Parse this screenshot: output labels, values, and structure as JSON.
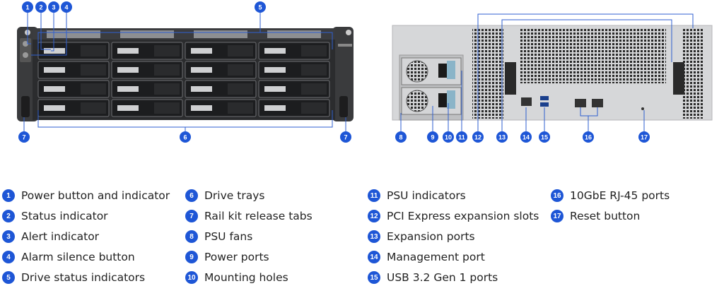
{
  "callouts": [
    {
      "num": "1",
      "label": "Power button and indicator"
    },
    {
      "num": "2",
      "label": "Status indicator"
    },
    {
      "num": "3",
      "label": "Alert indicator"
    },
    {
      "num": "4",
      "label": "Alarm silence button"
    },
    {
      "num": "5",
      "label": "Drive status indicators"
    },
    {
      "num": "6",
      "label": "Drive trays"
    },
    {
      "num": "7",
      "label": "Rail kit release tabs"
    },
    {
      "num": "8",
      "label": "PSU fans"
    },
    {
      "num": "9",
      "label": "Power ports"
    },
    {
      "num": "10",
      "label": "Mounting holes"
    },
    {
      "num": "11",
      "label": "PSU indicators"
    },
    {
      "num": "12",
      "label": "PCI Express expansion slots"
    },
    {
      "num": "13",
      "label": "Expansion ports"
    },
    {
      "num": "14",
      "label": "Management port"
    },
    {
      "num": "15",
      "label": "USB 3.2 Gen 1 ports"
    },
    {
      "num": "16",
      "label": "10GbE RJ-45 ports"
    },
    {
      "num": "17",
      "label": "Reset button"
    }
  ],
  "colors": {
    "badge": "#1e56d6",
    "line": "#2f5fd0",
    "chassis": "#2b2c2e",
    "panel": "#d6d7d9"
  },
  "icons": {
    "front": "nas-front-panel-illustration",
    "rear": "nas-rear-panel-illustration"
  }
}
